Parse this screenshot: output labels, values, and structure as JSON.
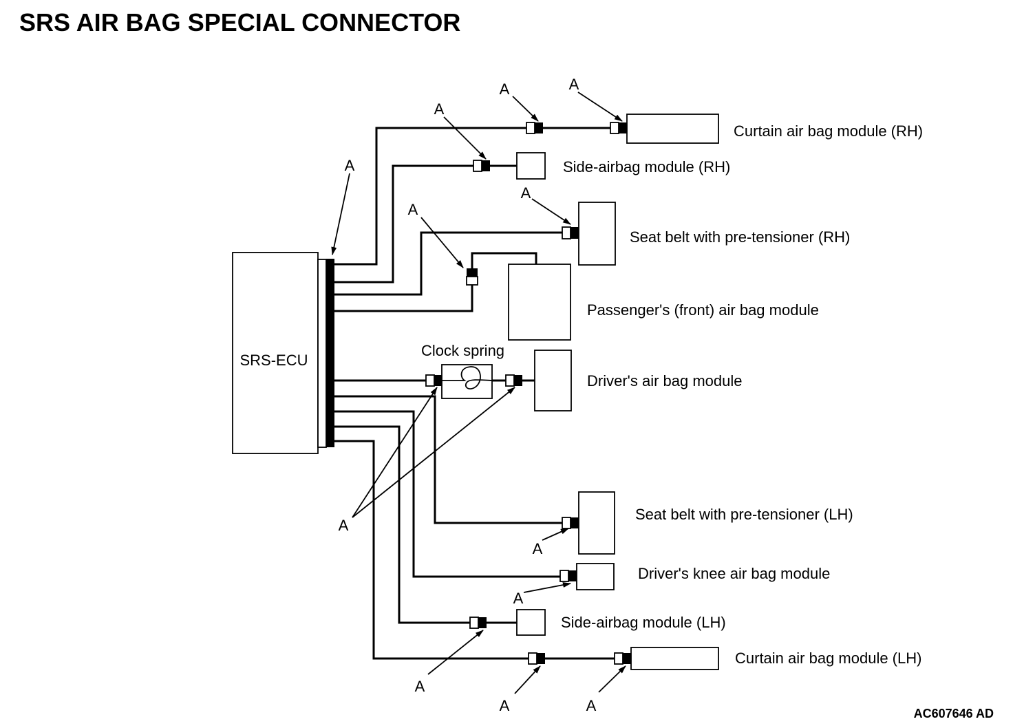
{
  "title": "SRS AIR BAG SPECIAL CONNECTOR",
  "figure_code": "AC607646 AD",
  "ecu_label": "SRS-ECU",
  "clock_spring_label": "Clock spring",
  "connector_letter": "A",
  "colors": {
    "line": "#000000",
    "background": "#ffffff"
  },
  "components": {
    "curtain_rh": "Curtain air bag module (RH)",
    "side_rh": "Side-airbag module (RH)",
    "seatbelt_rh": "Seat belt with pre-tensioner (RH)",
    "passenger": "Passenger's (front) air bag module",
    "driver": "Driver's air bag module",
    "seatbelt_lh": "Seat belt with pre-tensioner (LH)",
    "knee": "Driver's knee air bag module",
    "side_lh": "Side-airbag module (LH)",
    "curtain_lh": "Curtain air bag module (LH)"
  }
}
